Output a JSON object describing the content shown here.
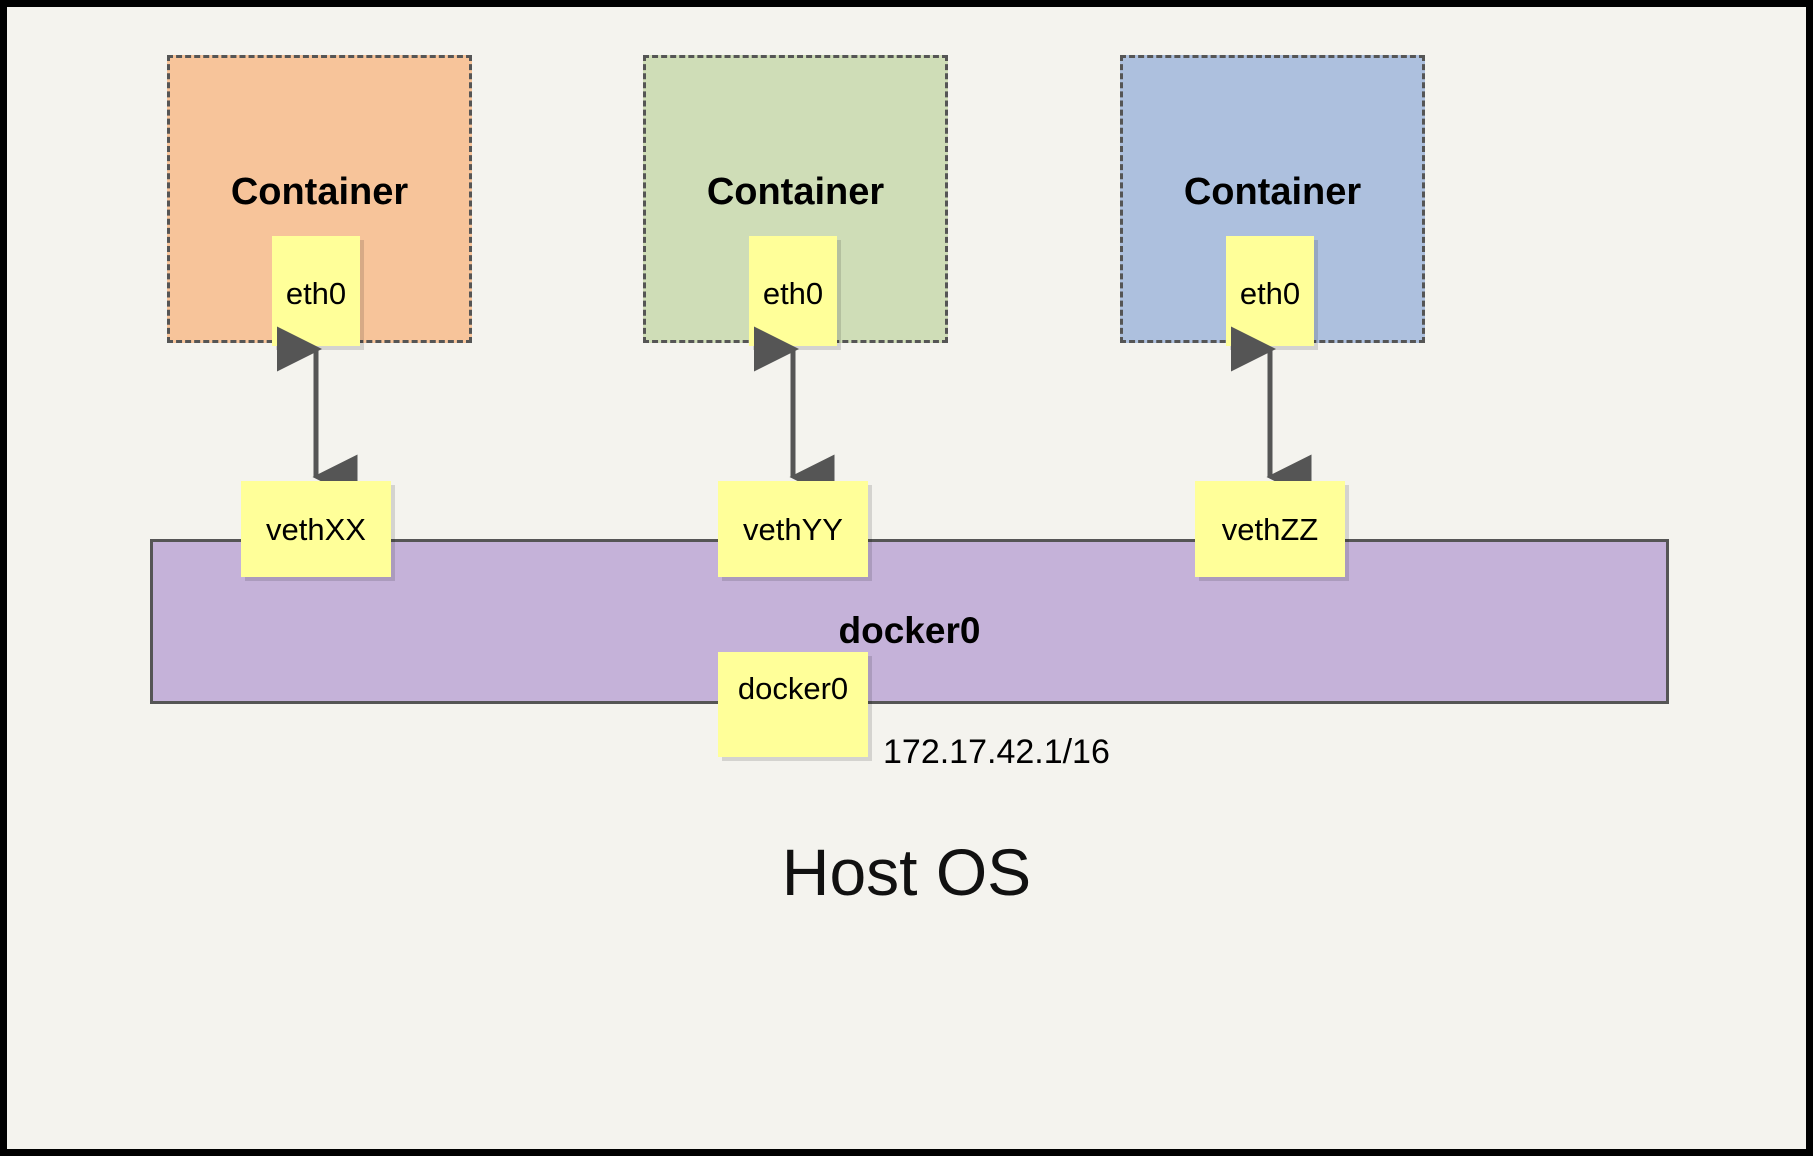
{
  "diagram": {
    "title_text": "Host OS",
    "bridge": {
      "name": "docker0",
      "node_label": "docker0",
      "ip": "172.17.42.1/16",
      "color": "#c5b2d9",
      "border_color": "#555555"
    },
    "containers": [
      {
        "label": "Container",
        "interface": "eth0",
        "veth": "vethXX",
        "color": "#f7c49a"
      },
      {
        "label": "Container",
        "interface": "eth0",
        "veth": "vethYY",
        "color": "#cfddb7"
      },
      {
        "label": "Container",
        "interface": "eth0",
        "veth": "vethZZ",
        "color": "#adc0de"
      }
    ],
    "colors": {
      "canvas": "#f4f3ee",
      "frame": "#000000",
      "node_fill": "#ffff99",
      "stroke": "#555555",
      "text": "#000000"
    },
    "arrows": {
      "kind": "double-headed",
      "count": 3
    }
  }
}
